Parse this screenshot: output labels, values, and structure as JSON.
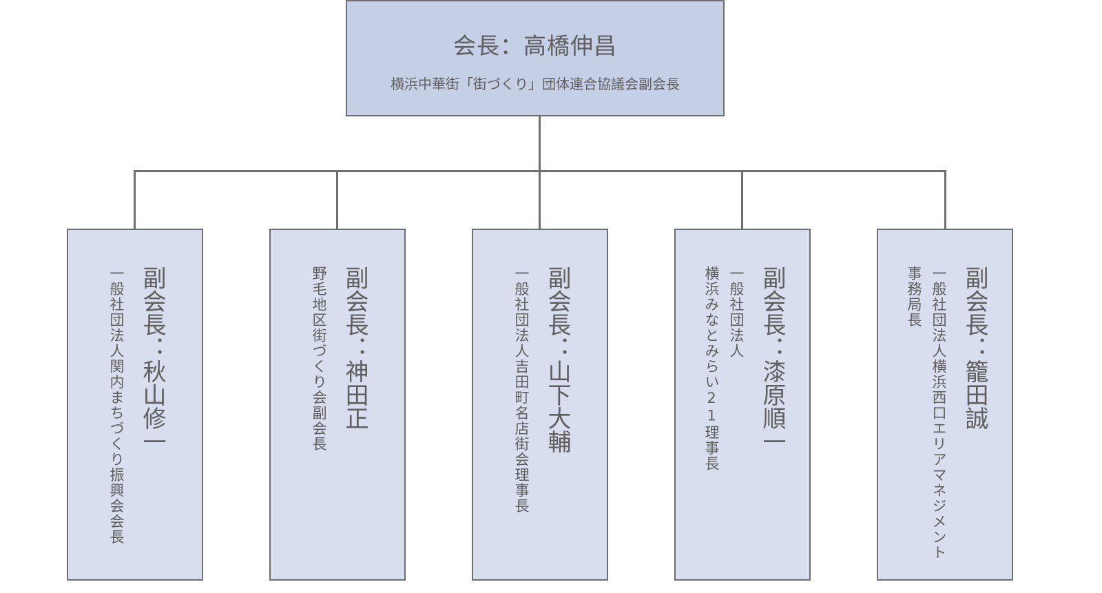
{
  "president": {
    "title": "会長：高橋伸昌",
    "subtitle": "横浜中華街「街づくり」団体連合協議会副会長"
  },
  "vice_presidents": [
    {
      "name": "副会長：秋山修一",
      "desc": [
        "一般社団法人関内まちづくり振興会会長"
      ]
    },
    {
      "name": "副会長：神田正",
      "desc": [
        "野毛地区街づくり会副会長"
      ]
    },
    {
      "name": "副会長：山下大輔",
      "desc": [
        "一般社団法人吉田町名店街会理事長"
      ]
    },
    {
      "name": "副会長：漆原順一",
      "desc": [
        "一般社団法人",
        "横浜みなとみらい21理事長"
      ]
    },
    {
      "name": "副会長：籠田誠",
      "desc": [
        "一般社団法人横浜西口エリアマネジメント",
        "事務局長"
      ]
    }
  ],
  "colors": {
    "top_fill": "#c5cfe6",
    "child_fill": "#d9deef",
    "line": "#6e6e6e"
  }
}
